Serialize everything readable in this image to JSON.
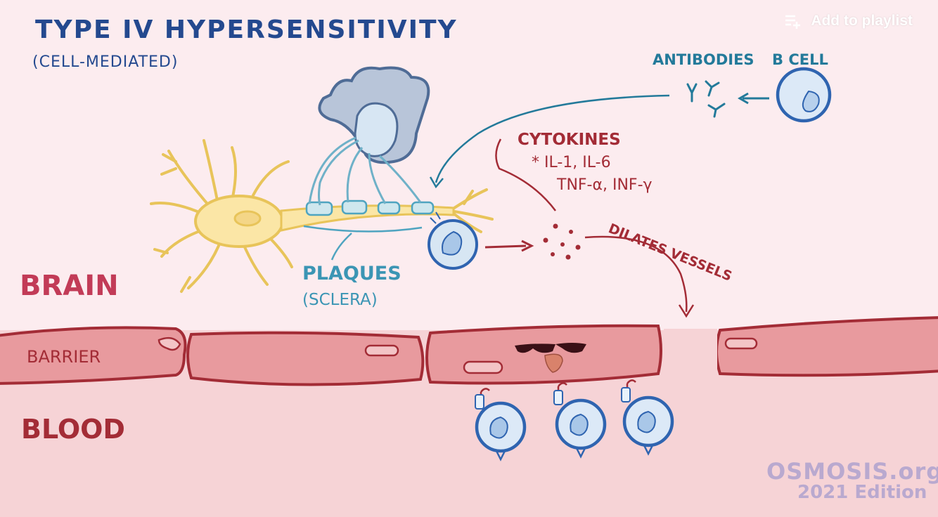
{
  "header": {
    "title": "TYPE IV HYPERSENSITIVITY",
    "subtitle": "(CELL-MEDIATED)"
  },
  "overlay": {
    "playlist_label": "Add to playlist",
    "playlist_icon": "playlist-add-icon"
  },
  "labels": {
    "antibodies": "ANTIBODIES",
    "b_cell": "B CELL",
    "cytokines": "CYTOKINES",
    "cytokines_line1": "* IL-1, IL-6",
    "cytokines_line2": "TNF-α, INF-γ",
    "dilates_vessels": "DILATES VESSELS",
    "plaques": "PLAQUES",
    "sclera": "(SCLERA)",
    "brain": "BRAIN",
    "barrier": "BARRIER",
    "blood": "BLOOD"
  },
  "branding": {
    "name": "OSMOSIS.org",
    "edition": "2021 Edition"
  },
  "colors": {
    "background_brain": "#fcecef",
    "background_blood": "#f6d3d6",
    "title_blue": "#24498f",
    "teal": "#237a9a",
    "cytokine_red": "#a32c36",
    "brain_label": "#c23b57",
    "blood_label": "#a32c36",
    "barrier_fill": "#e89a9e",
    "barrier_stroke": "#a32c36",
    "neuron_yellow": "#f2d67a",
    "cell_blue": "#2f64b0",
    "cell_fill": "#dce9f7",
    "brand": "#b9a9cf"
  }
}
